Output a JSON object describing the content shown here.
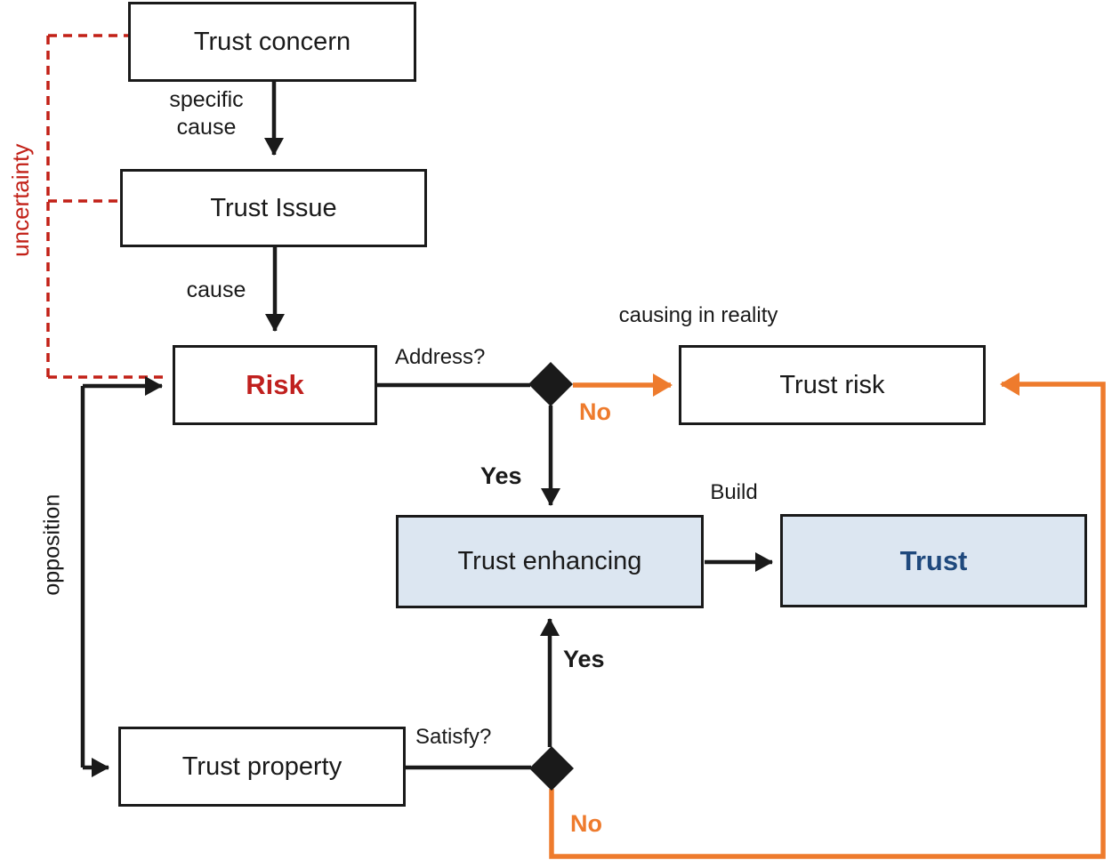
{
  "figure": {
    "type": "flowchart",
    "description": "Trust concern to trust building decision flow diagram"
  },
  "colors": {
    "line_black": "#1a1a1a",
    "accent_orange": "#EE7B2D",
    "dashed_red": "#C22017",
    "risk_text_red": "#C0201E",
    "node_fill_blue": "#DCE6F1",
    "trust_text_blue": "#1F497D",
    "background": "#FFFFFF"
  },
  "nodes": {
    "trust_concern": "Trust concern",
    "trust_issue": "Trust Issue",
    "risk": "Risk",
    "trust_risk": "Trust risk",
    "trust_enhancing": "Trust enhancing",
    "trust": "Trust",
    "trust_property": "Trust property"
  },
  "labels": {
    "specific_cause": "specific\ncause",
    "cause": "cause",
    "address": "Address?",
    "causing_in_reality": "causing in reality",
    "no_top": "No",
    "yes_top": "Yes",
    "build": "Build",
    "yes_bottom": "Yes",
    "satisfy": "Satisfy?",
    "no_bottom": "No",
    "uncertainty": "uncertainty",
    "opposition": "opposition"
  }
}
